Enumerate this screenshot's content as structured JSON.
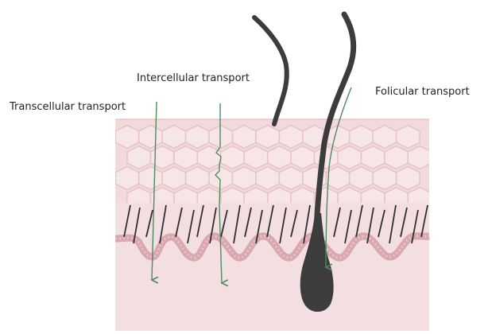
{
  "labels": {
    "transcellular": "Transcellular transport",
    "intercellular": "Intercellular transport",
    "follicular": "Folicular transport"
  },
  "colors": {
    "background": "#ffffff",
    "dermis": "#f3dfe1",
    "stratum_corneum": "#f2d9dc",
    "cell_fill": "#f7e6e8",
    "cell_stroke": "#e6c2c7",
    "basement_band": "#d9a7ae",
    "hair": "#3c3c3c",
    "arrow": "#4e8a5e",
    "text": "#222222"
  }
}
